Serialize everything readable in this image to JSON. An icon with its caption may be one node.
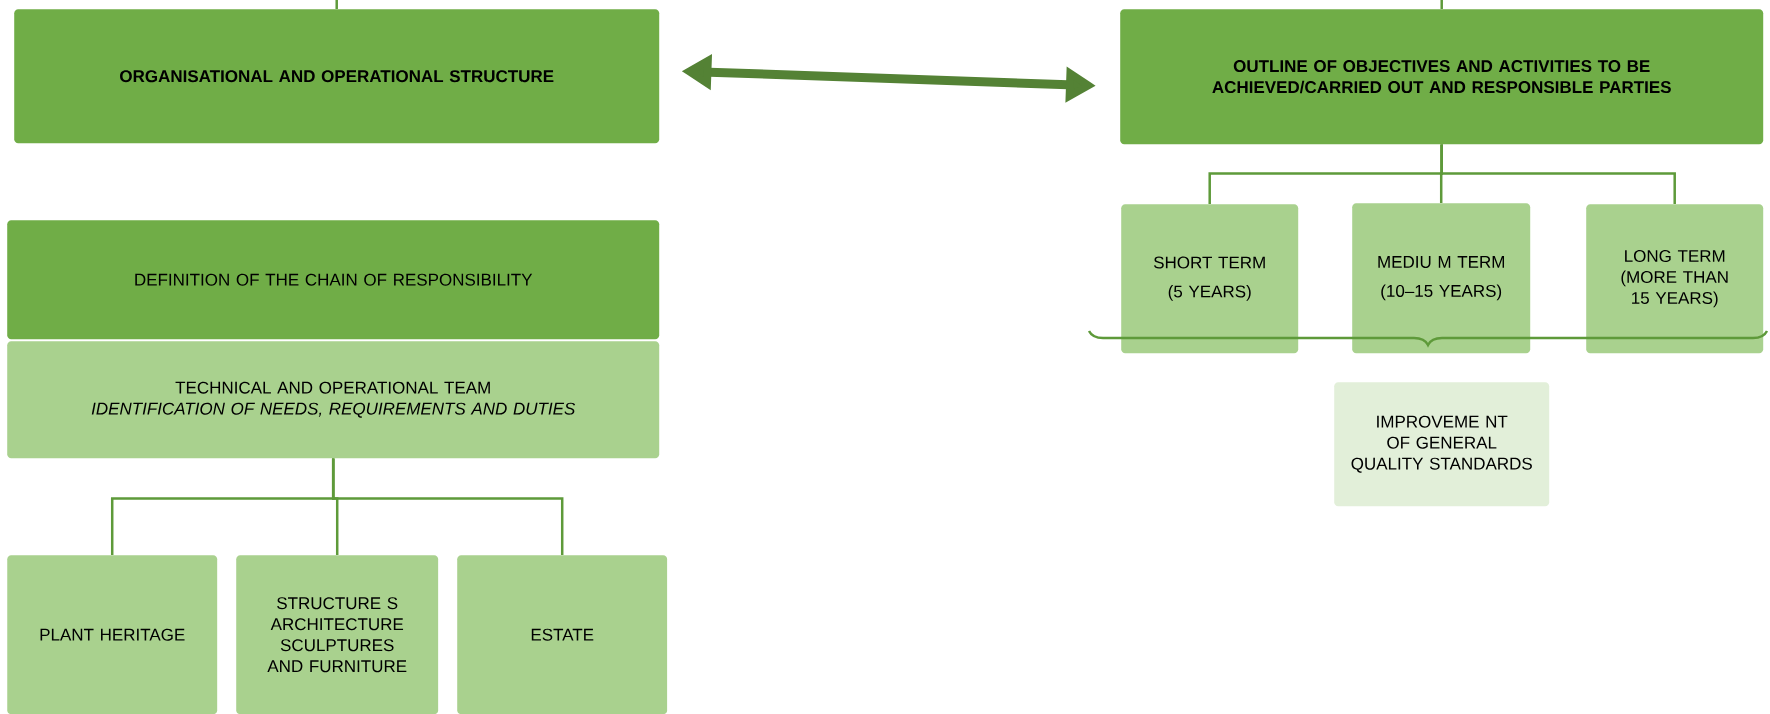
{
  "diagram": {
    "nodes": [
      {
        "text": [
          "ORGANISATIONAL AND OPERATIONAL STRUCTURE"
        ]
      },
      {
        "text": [
          "OUTLINE OF OBJECTIVES AND ACTIVITIES TO BE ACHIEVED/CARRIED OUT AND RESPONSIBLE PARTIES"
        ]
      },
      {
        "text": [
          "SHORT TERM",
          "(5 YEARS)"
        ]
      },
      {
        "text": [
          "MEDIU M TERM",
          "(10–15 YEARS)"
        ]
      },
      {
        "text": [
          "LONG TERM (MORE THAN 15 YEARS)"
        ]
      },
      {
        "text": [
          "IMPROVEME NT OF GENERAL QUALITY STANDARDS"
        ]
      },
      {
        "text": [
          "DEFINITION OF THE CHAIN OF RESPONSIBILITY"
        ]
      },
      {
        "text": [
          "TECHNICAL AND OPERATIONAL TEAM",
          "IDENTIFICATION OF NEEDS, REQUIREMENTS AND DUTIES"
        ]
      },
      {
        "text": [
          "PLANT HERITAGE"
        ]
      },
      {
        "text": [
          "STRUCTURE S ARCHITECTURE SCULPTURES AND FURNITURE"
        ]
      },
      {
        "text": [
          "ESTATE"
        ]
      }
    ],
    "edges": [
      {
        "from": null,
        "to": 0,
        "arrow": "none"
      },
      {
        "from": null,
        "to": 1,
        "arrow": "none"
      },
      {
        "from": 0,
        "to": 1,
        "arrow": "both",
        "style": "thick",
        "color": "#548235"
      },
      {
        "from": 1,
        "to": 2,
        "arrow": "none"
      },
      {
        "from": 1,
        "to": 3,
        "arrow": "none"
      },
      {
        "from": 1,
        "to": 4,
        "arrow": "none"
      },
      {
        "from": 7,
        "to": 8,
        "arrow": "none"
      },
      {
        "from": 7,
        "to": 9,
        "arrow": "none"
      },
      {
        "from": 7,
        "to": 10,
        "arrow": "none"
      }
    ]
  }
}
